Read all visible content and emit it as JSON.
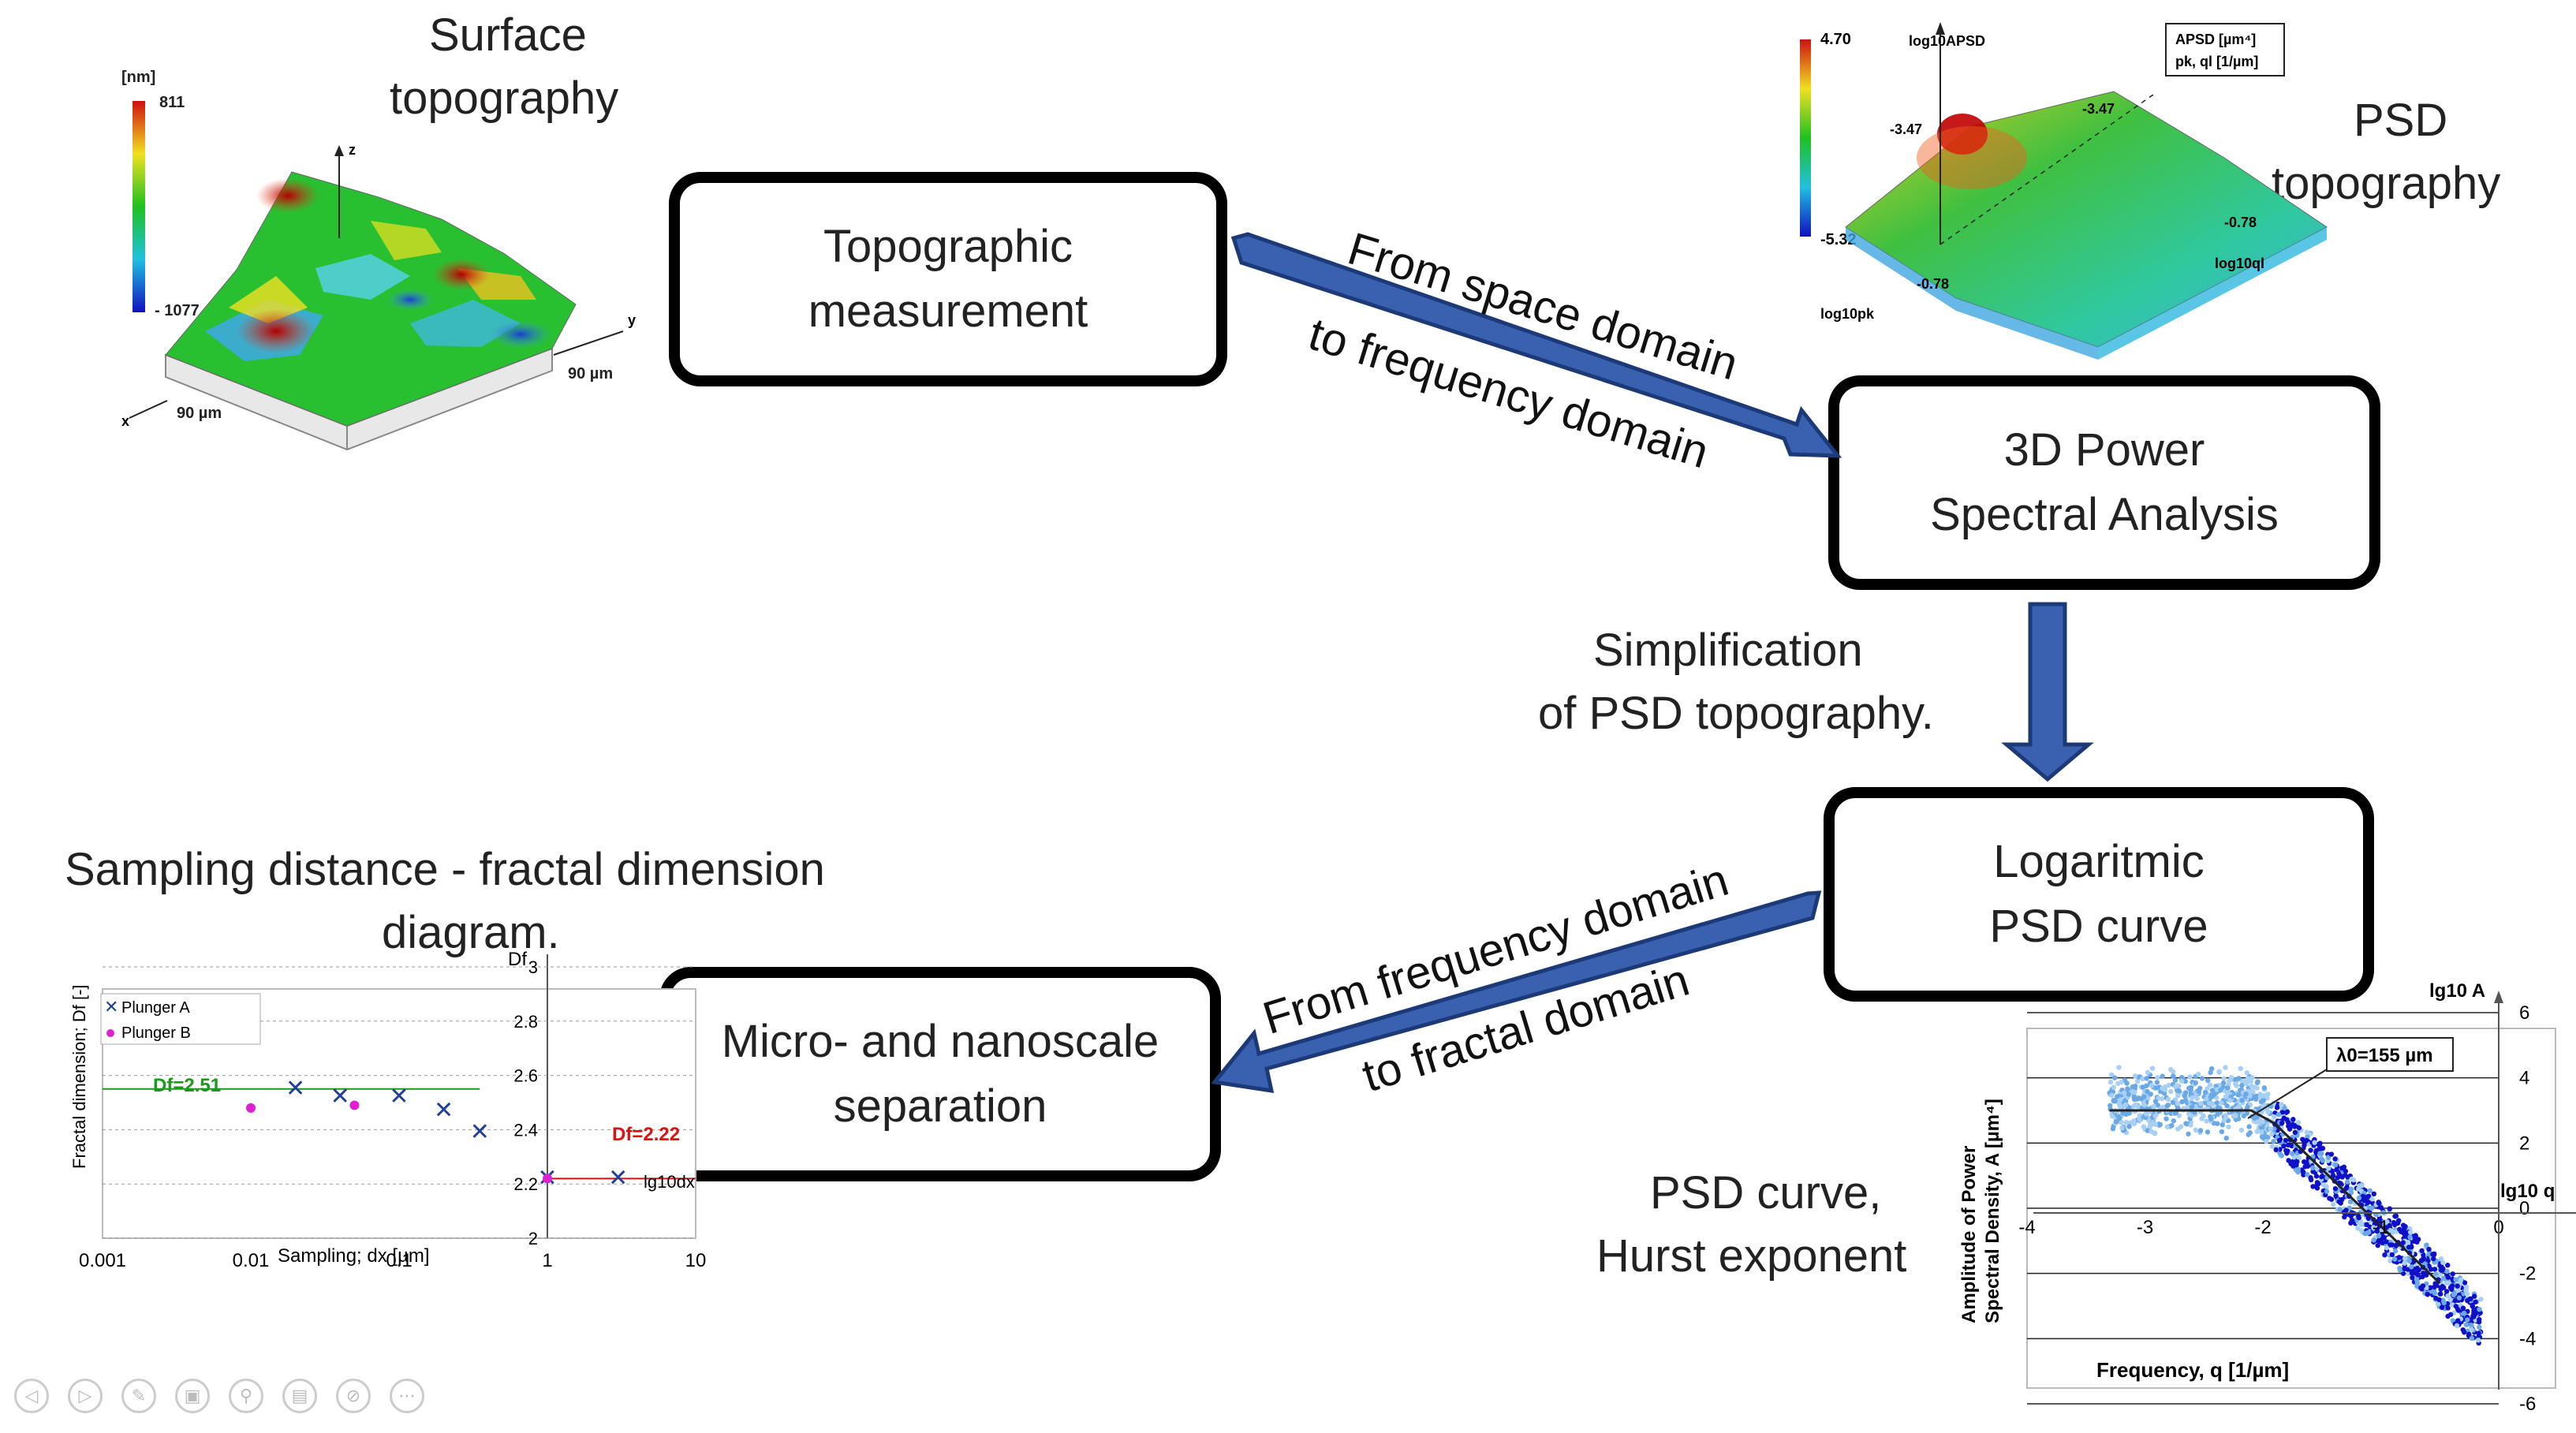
{
  "boxes": {
    "topographic": "Topographic\nmeasurement",
    "psd3d": "3D Power\nSpectral Analysis",
    "logpsd": "Logaritmic\nPSD curve",
    "separation": "Micro- and nanoscale\nseparation"
  },
  "arrow_labels": {
    "space_a": "From space domain",
    "space_b": "to frequency domain",
    "simplification_a": "Simplification",
    "simplification_b": "of PSD topography.",
    "freq_a": "From frequency domain",
    "freq_b": "to fractal domain"
  },
  "captions": {
    "surface_a": "Surface",
    "surface_b": "topography",
    "psd_a": "PSD",
    "psd_b": "topography",
    "sampling_a": "Sampling distance - fractal dimension",
    "sampling_b": "diagram.",
    "psdcurve_a": "PSD curve,",
    "psdcurve_b": "Hurst exponent"
  },
  "surface_plot": {
    "unit": "[nm]",
    "max": "811",
    "min": "- 1077",
    "axis_z": "z",
    "axis_y": "y",
    "axis_x": "x",
    "x_extent": "90 µm",
    "y_extent": "90 µm"
  },
  "psd_plot": {
    "max": "4.70",
    "min": "-5.32",
    "z_label": "log10APSD",
    "legend_line1": "APSD  [µm⁴]",
    "legend_line2": "pk, ql [1/µm]",
    "tick_a": "-3.47",
    "tick_b": "-3.47",
    "tick_c": "-0.78",
    "tick_d": "-0.78",
    "axis_q": "log10ql",
    "axis_p": "log10pk"
  },
  "fractal_chart": {
    "ylabel": "Fractal dimension; Df [-]",
    "xlabel": "Sampling; dx [µm]",
    "y_axis_title": "Df",
    "x_axis_title": "lg10dx",
    "legend_a": "Plunger A",
    "legend_b": "Plunger B",
    "annot_a": "Df=2.51",
    "annot_b": "Df=2.22",
    "xticks": [
      "0.001",
      "0.01",
      "0.1",
      "1",
      "10"
    ],
    "yticks": [
      "3",
      "2.8",
      "2.6",
      "2.4",
      "2.2",
      "2"
    ]
  },
  "psd_curve": {
    "ylabel_a": "Amplitude of Power",
    "ylabel_b": "Spectral Density,  A  [µm⁴]",
    "xlabel": "Frequency,  q  [1/µm]",
    "axis_a": "lg10 A",
    "axis_q": "lg10 q",
    "lambda": "λ0=155 µm",
    "xticks": [
      "-4",
      "-3",
      "-2",
      "-1",
      "0"
    ],
    "yticks": [
      "6",
      "4",
      "2",
      "0",
      "-2",
      "-4",
      "-6"
    ]
  },
  "chart_data": [
    {
      "type": "scatter",
      "x_scale": "log",
      "xlabel": "Sampling; dx [µm]",
      "ylabel": "Fractal dimension; Df [-]",
      "xlim": [
        0.001,
        10
      ],
      "ylim": [
        2,
        3
      ],
      "series": [
        {
          "name": "Plunger A",
          "marker": "x",
          "color": "#1f3f9a",
          "points": [
            [
              0.02,
              2.55
            ],
            [
              0.04,
              2.52
            ],
            [
              0.1,
              2.52
            ],
            [
              0.2,
              2.47
            ],
            [
              0.35,
              2.39
            ],
            [
              1,
              2.22
            ],
            [
              3,
              2.22
            ]
          ]
        },
        {
          "name": "Plunger B",
          "marker": "dot",
          "color": "#e020d0",
          "points": [
            [
              0.01,
              2.48
            ],
            [
              0.05,
              2.49
            ],
            [
              1,
              2.22
            ]
          ]
        }
      ],
      "annotations": [
        {
          "text": "Df=2.51",
          "x": 0.003,
          "y": 2.55,
          "color": "#1a9a1a"
        },
        {
          "text": "Df=2.22",
          "x": 4,
          "y": 2.25,
          "color": "#e01010"
        }
      ]
    },
    {
      "type": "scatter",
      "xlabel": "Frequency,  q  [1/µm]",
      "ylabel": "Amplitude of Power Spectral Density,  A  [µm⁴]",
      "xlim": [
        -4,
        0
      ],
      "ylim": [
        -6,
        6
      ],
      "annotation": "λ0=155 µm",
      "fit_line": [
        [
          -3.3,
          3.0
        ],
        [
          -2.1,
          3.0
        ],
        [
          -1.9,
          2.6
        ],
        [
          -0.5,
          -2.3
        ]
      ]
    }
  ],
  "controls": [
    "prev",
    "play",
    "pen",
    "copy",
    "zoom",
    "subtitles",
    "camera",
    "more"
  ]
}
